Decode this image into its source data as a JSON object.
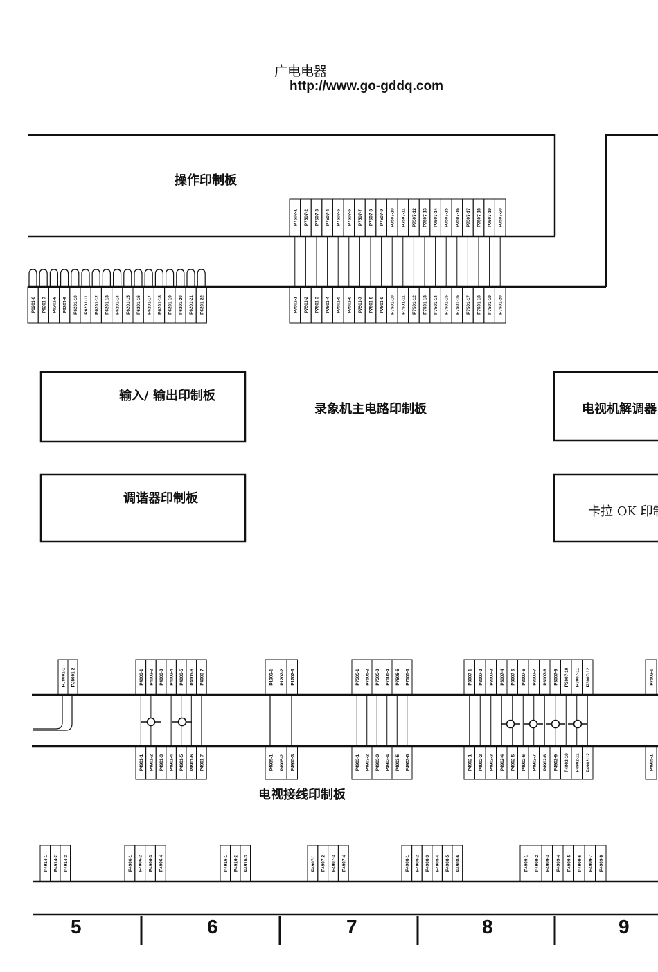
{
  "header": {
    "company": "广电电器",
    "url": "http://www.go-gddq.com"
  },
  "boards": {
    "operation": "操作印制板",
    "io": "输入/ 输出印制板",
    "main": "录象机主电路印制板",
    "tv_demod": "电视机解调器",
    "tuner": "调谐器印制板",
    "karaoke": "卡拉 OK 印制",
    "tv_wiring": "电视接线印制板"
  },
  "connectors": {
    "p7507": [
      "P7507-1",
      "P7507-2",
      "P7507-3",
      "P7507-4",
      "P7507-5",
      "P7507-6",
      "P7507-7",
      "P7507-8",
      "P7507-9",
      "P7507-10",
      "P7507-11",
      "P7507-12",
      "P7507-13",
      "P7507-14",
      "P7507-15",
      "P7507-16",
      "P7507-17",
      "P7507-18",
      "P7507-19",
      "P7507-20"
    ],
    "p7501": [
      "P7501-1",
      "P7501-2",
      "P7501-3",
      "P7501-4",
      "P7501-5",
      "P7501-6",
      "P7501-7",
      "P7501-8",
      "P7501-9",
      "P7501-10",
      "P7501-11",
      "P7501-12",
      "P7501-13",
      "P7501-14",
      "P7501-15",
      "P7501-16",
      "P7501-17",
      "P7501-18",
      "P7501-19",
      "P7501-20"
    ],
    "p6201": [
      "P6201-6",
      "P6201-7",
      "P6201-8",
      "P6201-9",
      "P6201-10",
      "P6201-11",
      "P6201-12",
      "P6201-13",
      "P6201-14",
      "P6201-15",
      "P6201-16",
      "P6201-17",
      "P6201-18",
      "P6201-19",
      "P6201-20",
      "P6201-21",
      "P6201-22"
    ],
    "pj8001": [
      "PJ8001-1",
      "PJ8001-2"
    ],
    "p4003": [
      "P4003-1",
      "P4003-2",
      "P4003-3",
      "P4003-4",
      "P4003-5",
      "P4003-6",
      "P4003-7"
    ],
    "p4901": [
      "P4901-1",
      "P4901-2",
      "P4901-3",
      "P4901-4",
      "P4901-5",
      "P4901-6",
      "P4901-7"
    ],
    "p1202": [
      "P1202-1",
      "P1202-2",
      "P1202-3"
    ],
    "p4915": [
      "P4915-1",
      "P4915-2",
      "P4915-3"
    ],
    "p7505": [
      "P7505-1",
      "P7505-2",
      "P7505-3",
      "P7505-4",
      "P7505-5",
      "P7505-6"
    ],
    "p4903": [
      "P4903-1",
      "P4903-2",
      "P4903-3",
      "P4903-4",
      "P4903-5",
      "P4903-6"
    ],
    "p3007": [
      "P3007-1",
      "P3007-2",
      "P3007-3",
      "P3007-4",
      "P3007-5",
      "P3007-6",
      "P3007-7",
      "P3007-8",
      "P3007-9",
      "P3007-10",
      "P3007-11",
      "P3007-12"
    ],
    "p4902": [
      "P4902-1",
      "P4902-2",
      "P4902-3",
      "P4902-4",
      "P4902-5",
      "P4902-6",
      "P4902-7",
      "P4902-8",
      "P4902-9",
      "P4902-10",
      "P4902-11",
      "P4902-12"
    ],
    "p7502": [
      "P7502-1"
    ],
    "p4905": [
      "P4905-1"
    ],
    "p4914": [
      "P4914-1",
      "P4914-2",
      "P4914-3"
    ],
    "p4906": [
      "P4906-1",
      "P4906-2",
      "P4906-3",
      "P4906-4"
    ],
    "p4916": [
      "P4916-1",
      "P4916-2",
      "P4916-3"
    ],
    "p4907": [
      "P4907-1",
      "P4907-2",
      "P4907-3",
      "P4907-4"
    ],
    "p4908": [
      "P4908-1",
      "P4908-2",
      "P4908-3",
      "P4908-4",
      "P4908-5",
      "P4908-6"
    ],
    "p4909": [
      "P4909-1",
      "P4909-2",
      "P4909-3",
      "P4909-4",
      "P4909-5",
      "P4909-6",
      "P4909-7",
      "P4909-8"
    ]
  },
  "zones": [
    "5",
    "6",
    "7",
    "8",
    "9"
  ]
}
